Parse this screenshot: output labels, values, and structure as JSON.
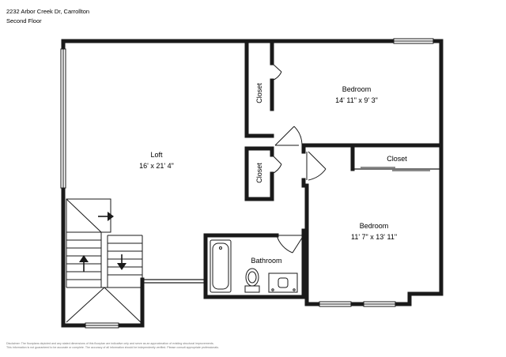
{
  "header": {
    "address": "2232 Arbor Creek Dr, Carrollton",
    "floor": "Second Floor"
  },
  "rooms": {
    "loft": {
      "name": "Loft",
      "dims": "16' x 21' 4\""
    },
    "bedroom1": {
      "name": "Bedroom",
      "dims": "14' 11\" x 9' 3\""
    },
    "bedroom2": {
      "name": "Bedroom",
      "dims": "11' 7\" x 13' 11\""
    },
    "bathroom": {
      "name": "Bathroom"
    },
    "closet_upper": {
      "name": "Closet"
    },
    "closet_lower": {
      "name": "Closet"
    },
    "closet_bedroom2": {
      "name": "Closet"
    }
  },
  "disclaimer": {
    "line1": "Disclaimer: The floorplans depicted and any stated dimensions of this floorplan are indicative only and serve as an approximation of existing structural improvements.",
    "line2": "This information is not guaranteed to be accurate or complete. The accuracy of all information should be independently verified. Please consult appropriate professionals."
  },
  "colors": {
    "wall": "#1a1a1a",
    "window": "#ffffff",
    "text": "#000000"
  }
}
